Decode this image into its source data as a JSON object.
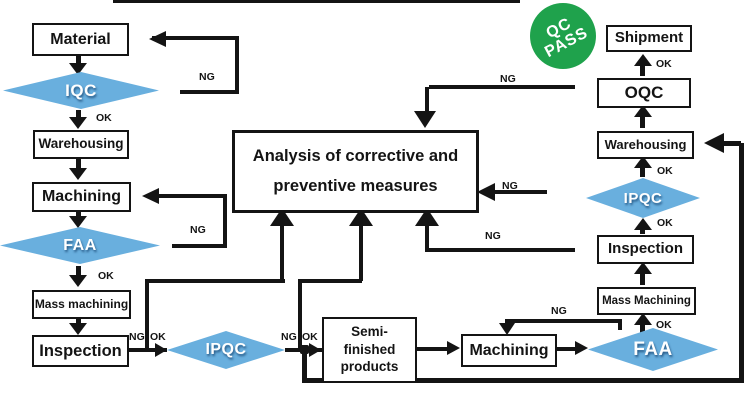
{
  "labels": {
    "ng": "NG",
    "ok": "OK"
  },
  "nodes": {
    "material": "Material",
    "iqc": "IQC",
    "warehousing_left": "Warehousing",
    "machining_left": "Machining",
    "faa_left": "FAA",
    "mass_machining_left": "Mass machining",
    "inspection_left": "Inspection",
    "analysis_line1": "Analysis of corrective and",
    "analysis_line2": "preventive measures",
    "ipqc_bottom": "IPQC",
    "semi_line1": "Semi-",
    "semi_line2": "finished",
    "semi_line3": "products",
    "machining_bottom": "Machining",
    "faa_bottom": "FAA",
    "mass_machining_right": "Mass Machining",
    "inspection_right": "Inspection",
    "ipqc_right": "IPQC",
    "warehousing_right": "Warehousing",
    "oqc": "OQC",
    "shipment": "Shipment",
    "qc_pass_line1": "QC",
    "qc_pass_line2": "PASS"
  },
  "colors": {
    "diamond": "#69AFDE",
    "stamp_green": "#1FA24C",
    "line": "#141414"
  }
}
